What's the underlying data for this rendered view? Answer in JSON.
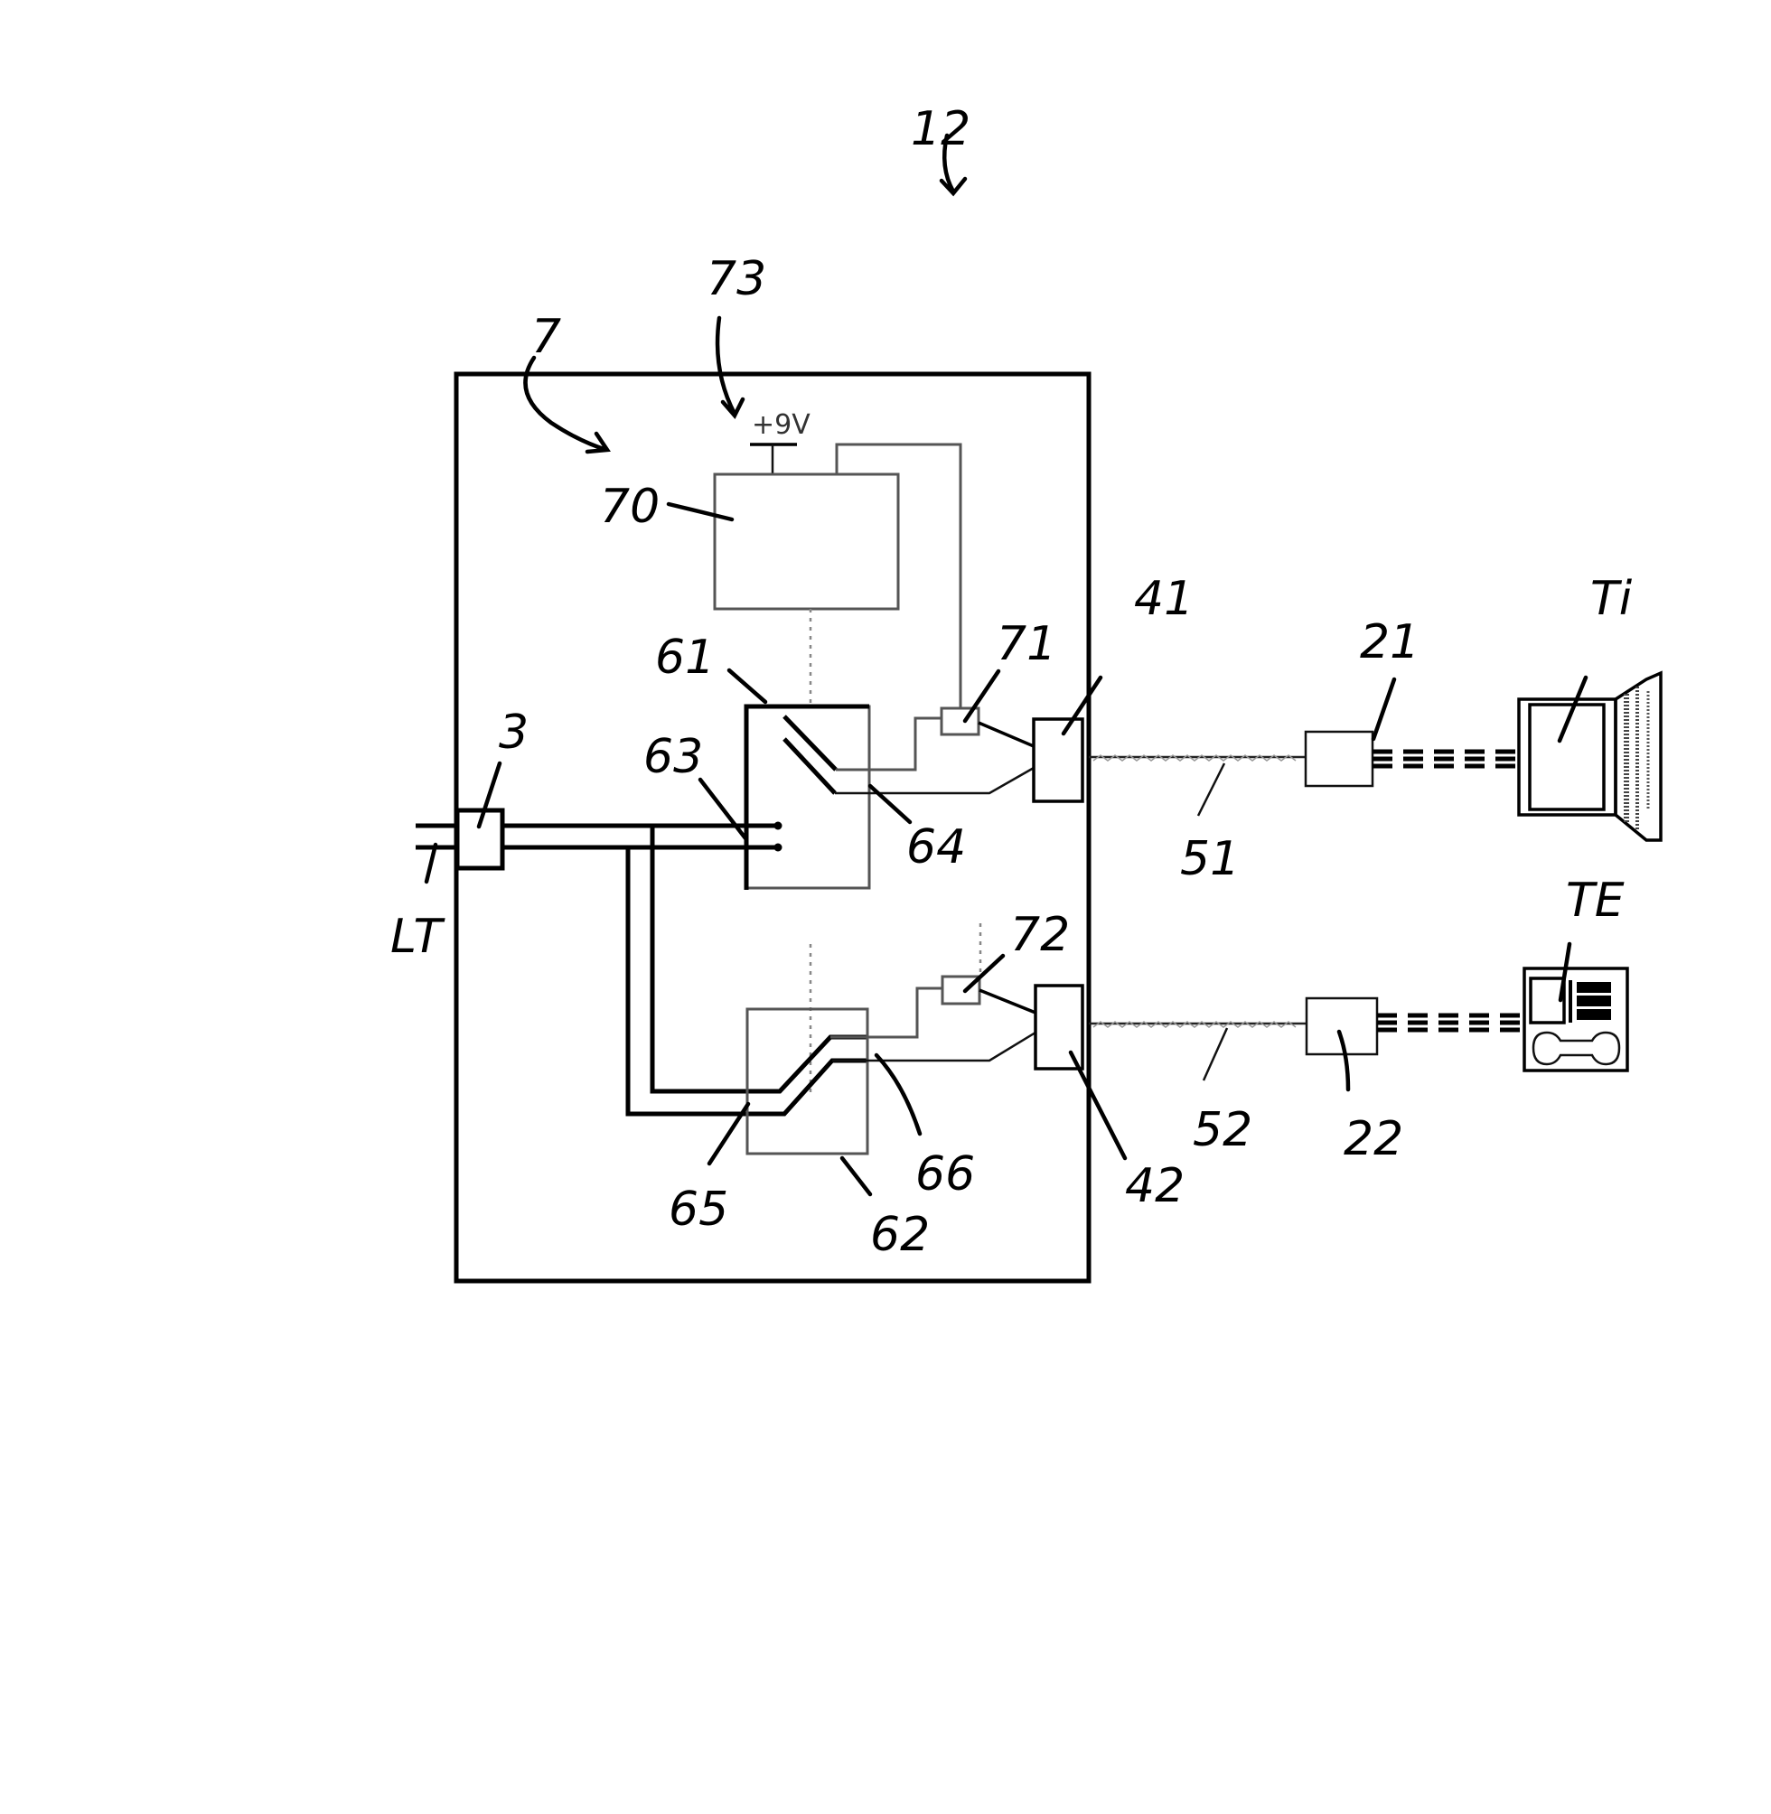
{
  "figure": {
    "title": "Fig. 12",
    "labels": {
      "assembly": "12",
      "control_unit": "7",
      "supply_ref": "73",
      "supply_voltage": "+9V",
      "controller": "70",
      "line_interface": "3",
      "line": "LT",
      "switch_1": "61",
      "switch_2": "62",
      "switch_1_input": "63",
      "switch_1_contacts": "64",
      "switch_2_input": "65",
      "switch_2_contacts": "66",
      "detector_1": "71",
      "detector_2": "72",
      "port_1": "41",
      "port_2": "42",
      "cable_1": "51",
      "cable_2": "52",
      "adapter_1": "21",
      "adapter_2": "22",
      "computer_terminal": "Ti",
      "telephone_terminal": "TE"
    },
    "devices": [
      {
        "id": "Ti",
        "type": "computer",
        "icon": "laptop-icon"
      },
      {
        "id": "TE",
        "type": "telephone",
        "icon": "telephone-icon"
      }
    ]
  }
}
